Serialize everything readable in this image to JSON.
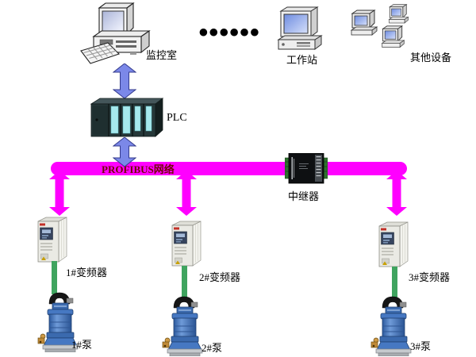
{
  "diagram": {
    "monitor_room": {
      "label": "监控室"
    },
    "dots": "●●●●●●",
    "workstation": {
      "label": "工作站"
    },
    "other_devices": {
      "label": "其他设备"
    },
    "plc": {
      "label": "PLC"
    },
    "bus": {
      "label": "PROFIBUS网络"
    },
    "repeater": {
      "label": "中继器"
    },
    "drives": [
      {
        "label": "1#变频器"
      },
      {
        "label": "2#变频器"
      },
      {
        "label": "3#变频器"
      }
    ],
    "pumps": [
      {
        "label": "1#泵"
      },
      {
        "label": "2#泵"
      },
      {
        "label": "3#泵"
      }
    ]
  },
  "colors": {
    "bus": "#FF00FF",
    "bus_text": "#700606",
    "blue_arrow": "#7B88E8",
    "green_link": "#3FA45F",
    "pump_blue": "#3B6AAE",
    "plc_cyan": "#A6E9ED"
  }
}
